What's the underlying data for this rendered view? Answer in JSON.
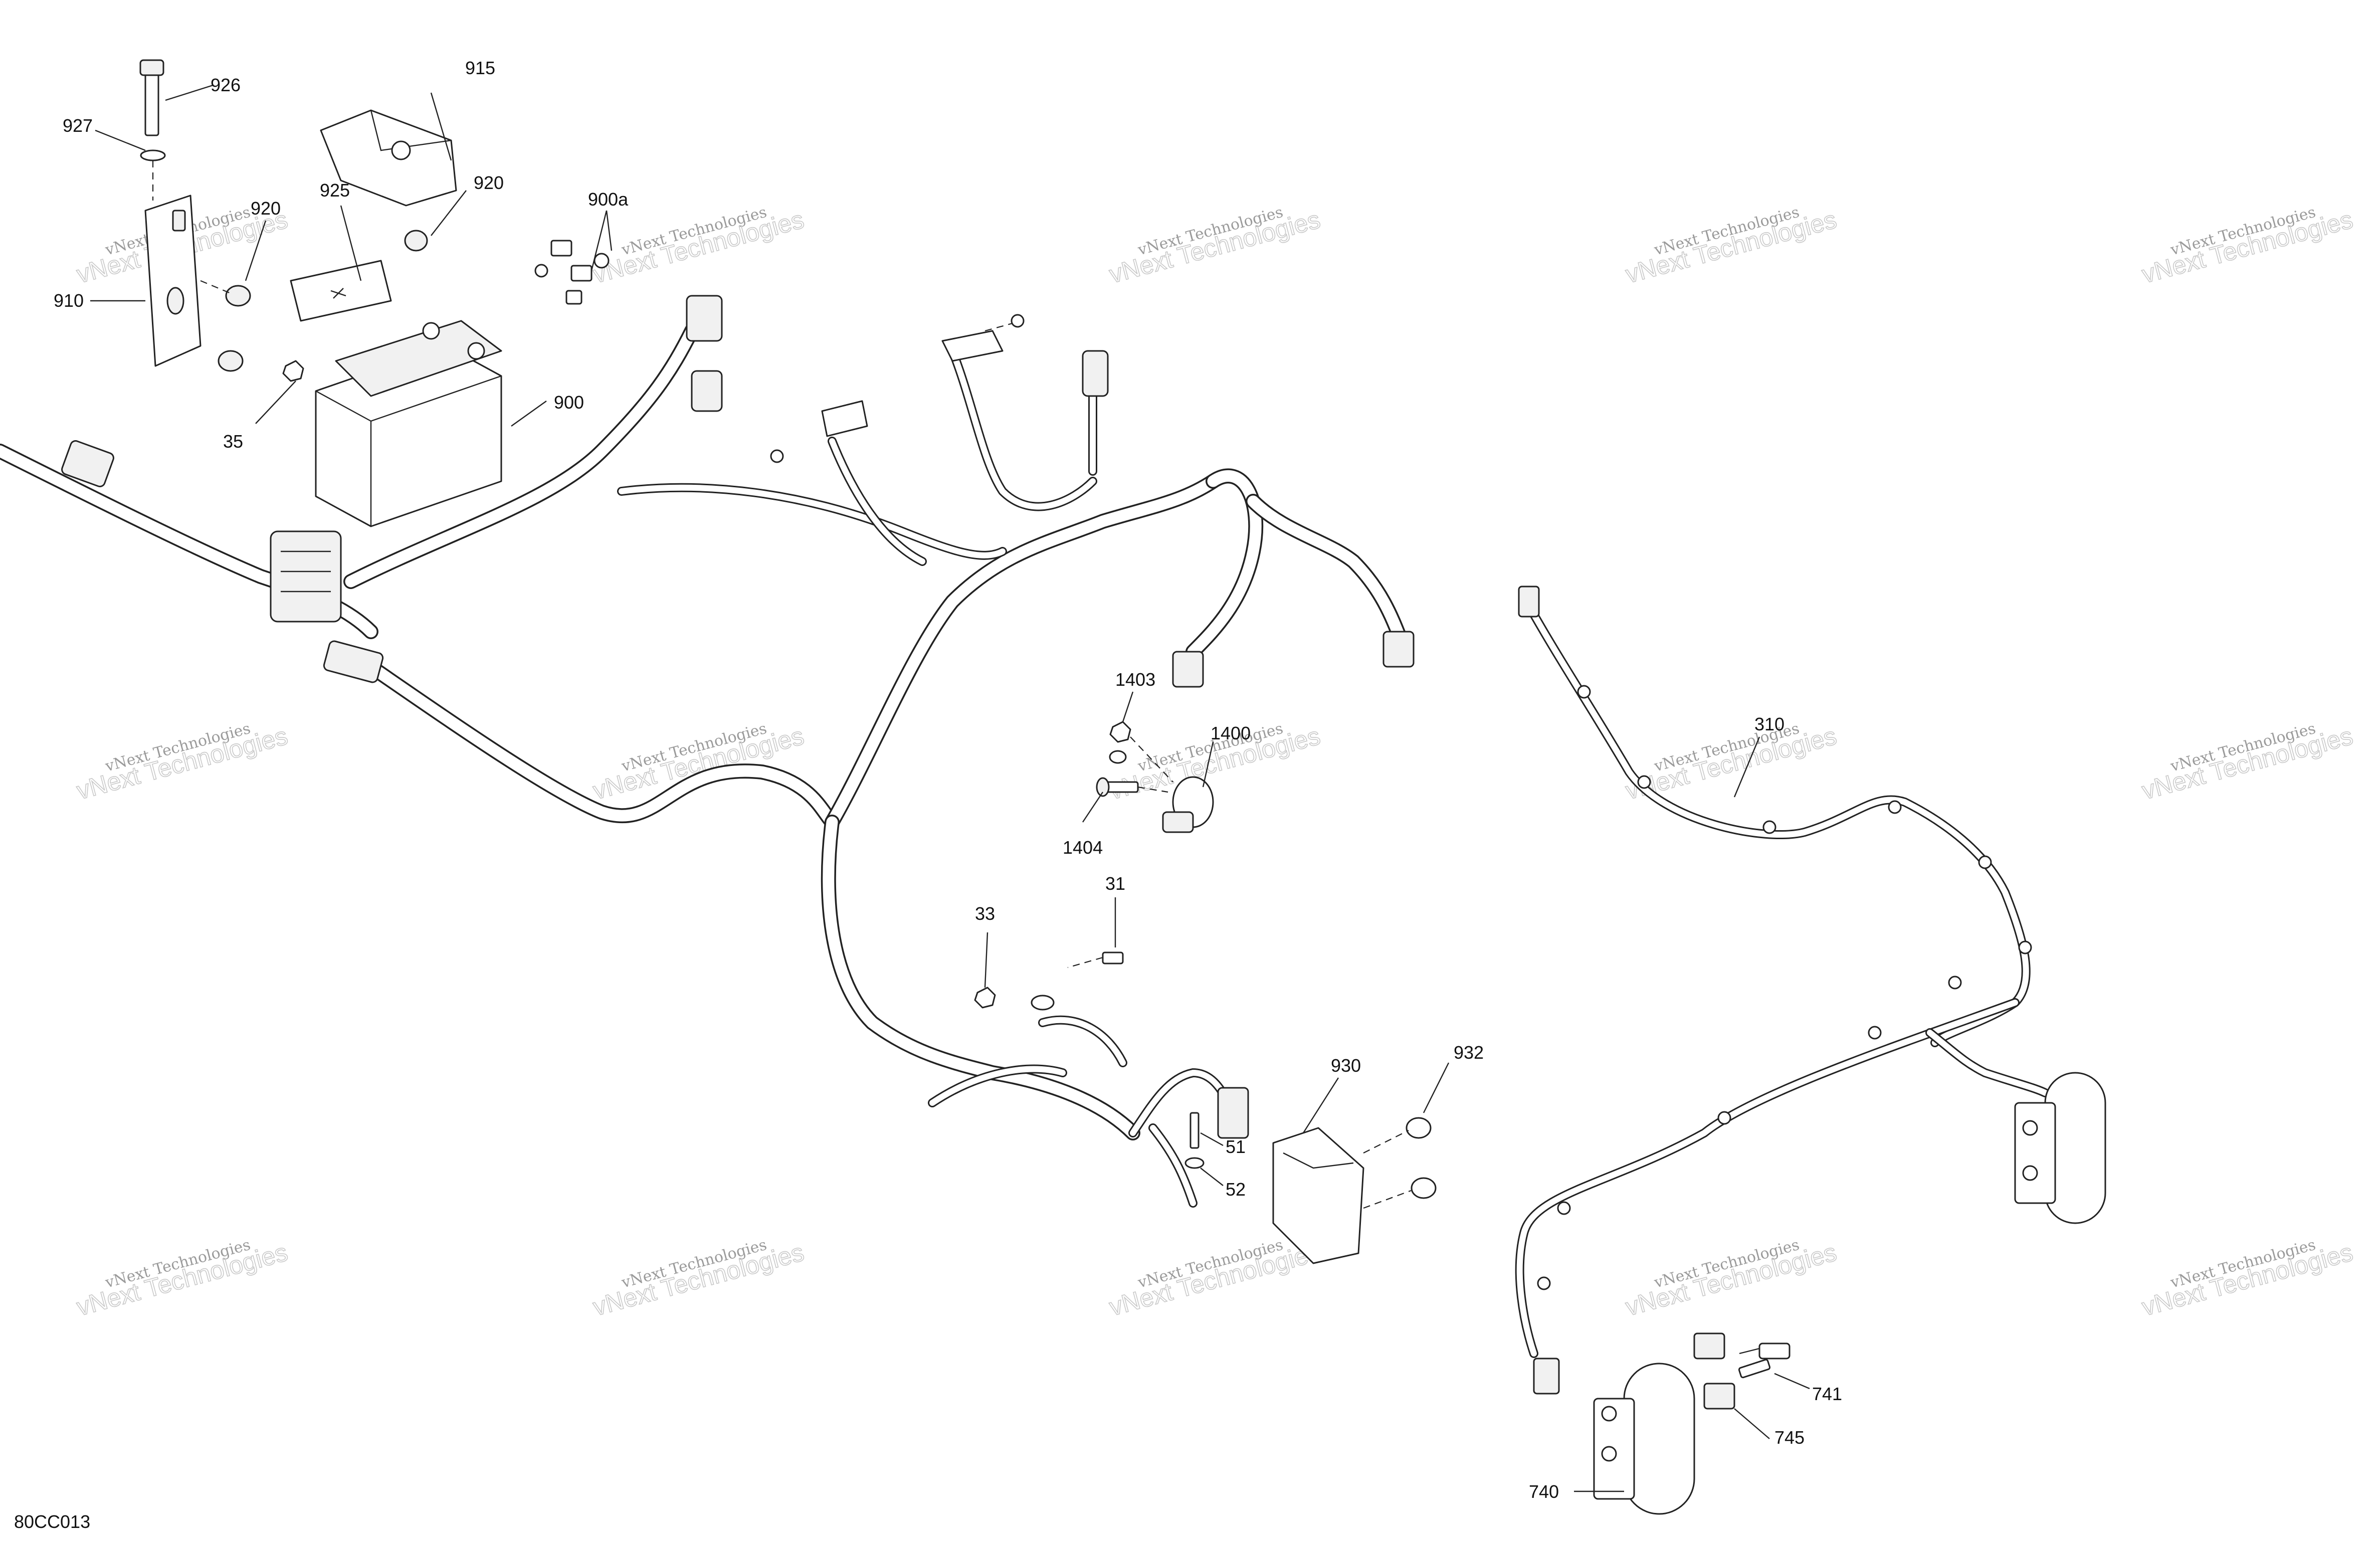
{
  "diagram_code": "80CC013",
  "watermark": {
    "line1": "vNext Technologies",
    "line2": "vNext Technologies"
  },
  "callouts": {
    "c926": "926",
    "c927": "927",
    "c915": "915",
    "c920a": "920",
    "c920b": "920",
    "c925": "925",
    "c910": "910",
    "c900a": "900a",
    "c900": "900",
    "c35": "35",
    "c1403": "1403",
    "c1400": "1400",
    "c1404": "1404",
    "c310": "310",
    "c31": "31",
    "c33": "33",
    "c930": "930",
    "c932": "932",
    "c51": "51",
    "c52": "52",
    "c741": "741",
    "c745": "745",
    "c740": "740"
  }
}
